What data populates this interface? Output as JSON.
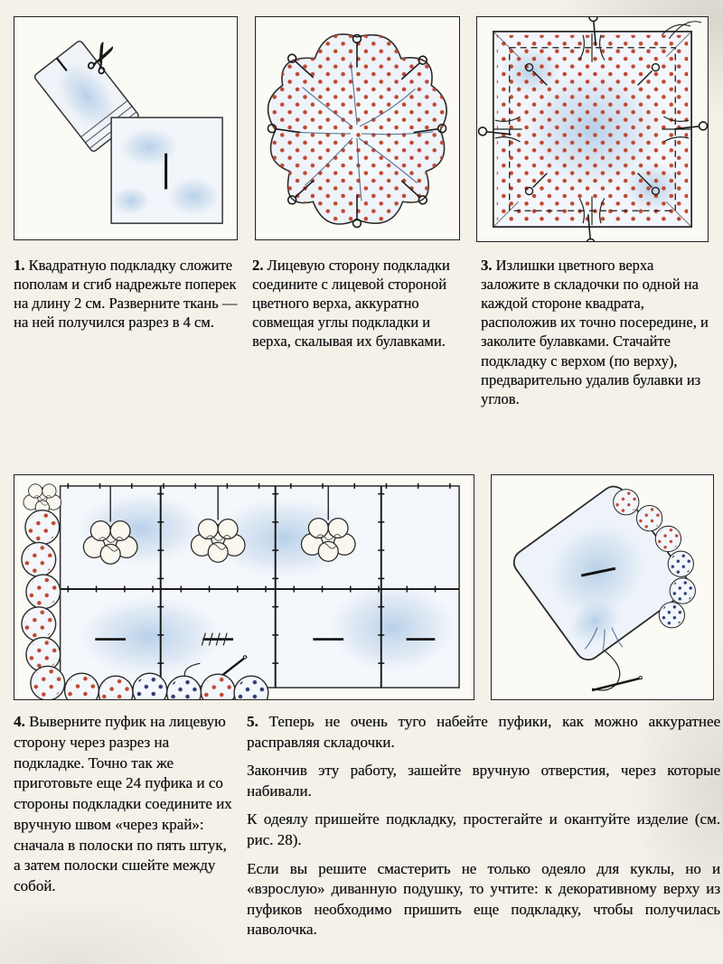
{
  "palette": {
    "paper": "#f4f1e9",
    "panel": "#fbfaf5",
    "ink": "#161616",
    "wash_blue": "#aac6e4",
    "dot_red": "#bf4730",
    "dot_navy": "#2e3e72"
  },
  "steps_row1": [
    {
      "number": "1.",
      "text": "Квадратную подкладку сложите пополам и сгиб надрежьте поперек на длину 2 см. Разверните ткань — на ней получился разрез в 4 см."
    },
    {
      "number": "2.",
      "text": "Лицевую сторону подкладки соедините с лицевой стороной цветного верха, аккуратно совмещая углы подкладки и верха, скалывая их булавками."
    },
    {
      "number": "3.",
      "text": "Излишки цветного верха заложите в складочки по одной на каждой стороне квадрата, расположив их точно посередине, и заколите булавками. Стачайте подкладку с верхом (по верху), предварительно удалив булавки из углов."
    }
  ],
  "step4": {
    "number": "4.",
    "text": "Выверните пуфик на лицевую сторону через разрез на подкладке. Точно так же приготовьте еще 24 пуфика и со стороны подкладки соедините их вручную швом «через край»: сначала в полоски по пять штук, а затем полоски сшейте между собой."
  },
  "step5": {
    "number": "5.",
    "p1": "Теперь не очень туго набейте пуфики, как можно аккуратнее расправляя складочки.",
    "p2": "Закончив эту работу, зашейте вручную отверстия, через которые набивали.",
    "p3": "К одеялу пришейте подкладку, простегайте и окантуйте изделие (см. рис. 28).",
    "p4": "Если вы решите смастерить не только одеяло для куклы, но и «взрослую» диванную подушку, то учтите: к декоративному верху из пуфиков необходимо пришить еще подкладку, чтобы получилась наволочка."
  }
}
